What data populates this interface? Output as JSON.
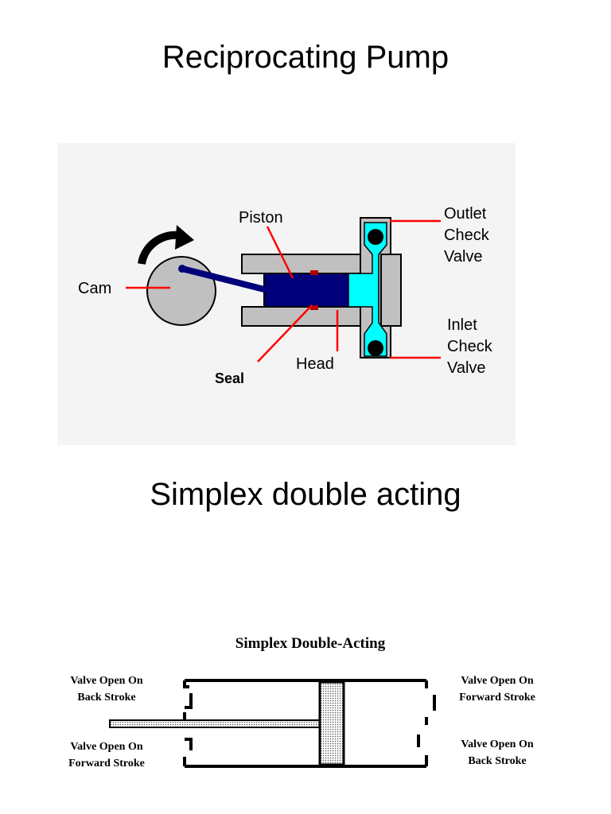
{
  "titles": {
    "pump": "Reciprocating Pump",
    "simplex": "Simplex double acting"
  },
  "pump_diagram": {
    "labels": {
      "piston": "Piston",
      "cam": "Cam",
      "seal": "Seal",
      "head": "Head",
      "outlet_1": "Outlet",
      "outlet_2": "Check",
      "outlet_3": "Valve",
      "inlet_1": "Inlet",
      "inlet_2": "Check",
      "inlet_3": "Valve"
    },
    "colors": {
      "piston": "#00007a",
      "fluid": "#00ffff",
      "body": "#c0c0c0",
      "leader": "#ff0000",
      "background": "#f4f4f4"
    }
  },
  "simplex_diagram": {
    "title": "Simplex Double-Acting",
    "labels": {
      "left_top_1": "Valve Open On",
      "left_top_2": "Back Stroke",
      "left_bottom_1": "Valve Open On",
      "left_bottom_2": "Forward Stroke",
      "right_top_1": "Valve Open On",
      "right_top_2": "Forward Stroke",
      "right_bottom_1": "Valve Open On",
      "right_bottom_2": "Back Stroke"
    }
  }
}
